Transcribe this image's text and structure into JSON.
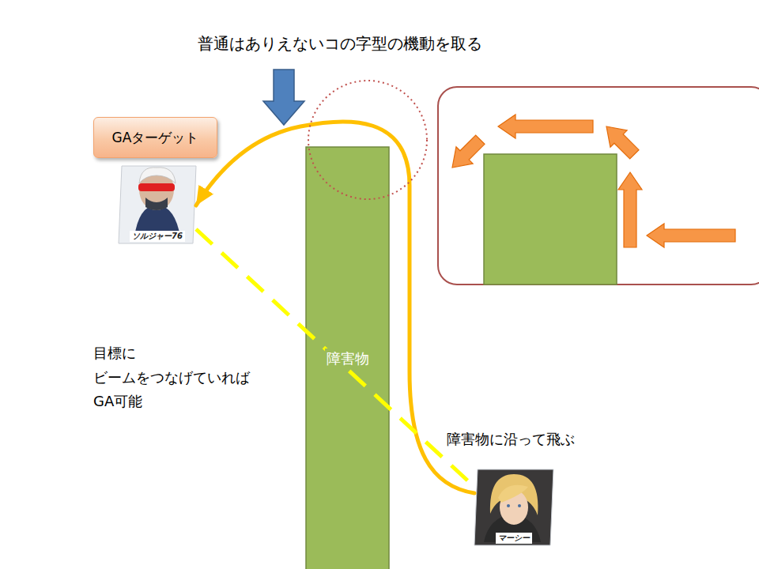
{
  "diagram": {
    "title": "普通はありえないコの字型の機動を取る",
    "nodes": [
      {
        "text": [
          "GAターゲット"
        ]
      },
      {
        "text": [
          "ソルジャー76"
        ]
      },
      {
        "text": [
          "障害物"
        ]
      },
      {
        "text": [
          "マーシー"
        ]
      }
    ],
    "edges": [
      {
        "from": 3,
        "to": 1,
        "arrow": "to"
      },
      {
        "from": 1,
        "to": 3,
        "arrow": "none"
      }
    ],
    "labels": [
      "目標に ビームをつなげていれば GA可能",
      "障害物に沿って飛ぶ"
    ]
  }
}
